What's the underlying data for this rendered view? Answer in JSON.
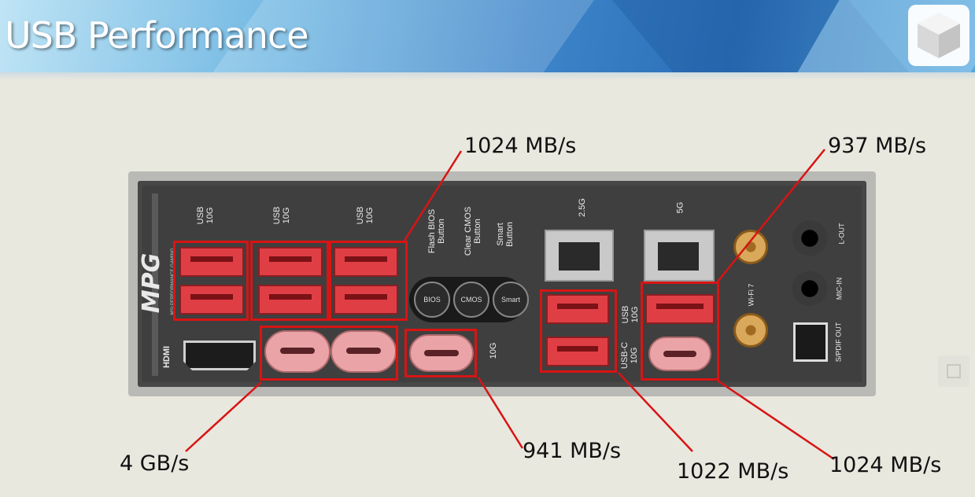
{
  "header": {
    "title": "USB Performance"
  },
  "panel": {
    "brand_text": "MPG",
    "brand_subtext": "MSI PERFORMANCE GAMING",
    "hdmi_label": "HDMI",
    "usb_labels": [
      "USB\n10G",
      "USB\n10G",
      "USB\n10G"
    ],
    "button_labels": [
      "Flash BIOS\nButton",
      "Clear CMOS\nButton",
      "Smart\nButton"
    ],
    "button_caps": [
      "BIOS",
      "CMOS",
      "Smart"
    ],
    "lan_labels": [
      "2.5G",
      "5G"
    ],
    "usbc_10g_label": "10G",
    "usb_10g_right_label": "USB\n10G",
    "usbc_10g_right_label": "USB-C\n10G",
    "wifi_label": "Wi-Fi 7",
    "audio_labels": [
      "L-OUT",
      "MIC-IN",
      "S/PDIF OUT"
    ]
  },
  "callouts": [
    {
      "text": "1024 MB/s"
    },
    {
      "text": "937 MB/s"
    },
    {
      "text": "4 GB/s"
    },
    {
      "text": "941 MB/s"
    },
    {
      "text": "1022 MB/s"
    },
    {
      "text": "1024 MB/s"
    }
  ],
  "colors": {
    "highlight": "#d81414",
    "panel": "#444444",
    "usb_red": "#e03e45"
  }
}
